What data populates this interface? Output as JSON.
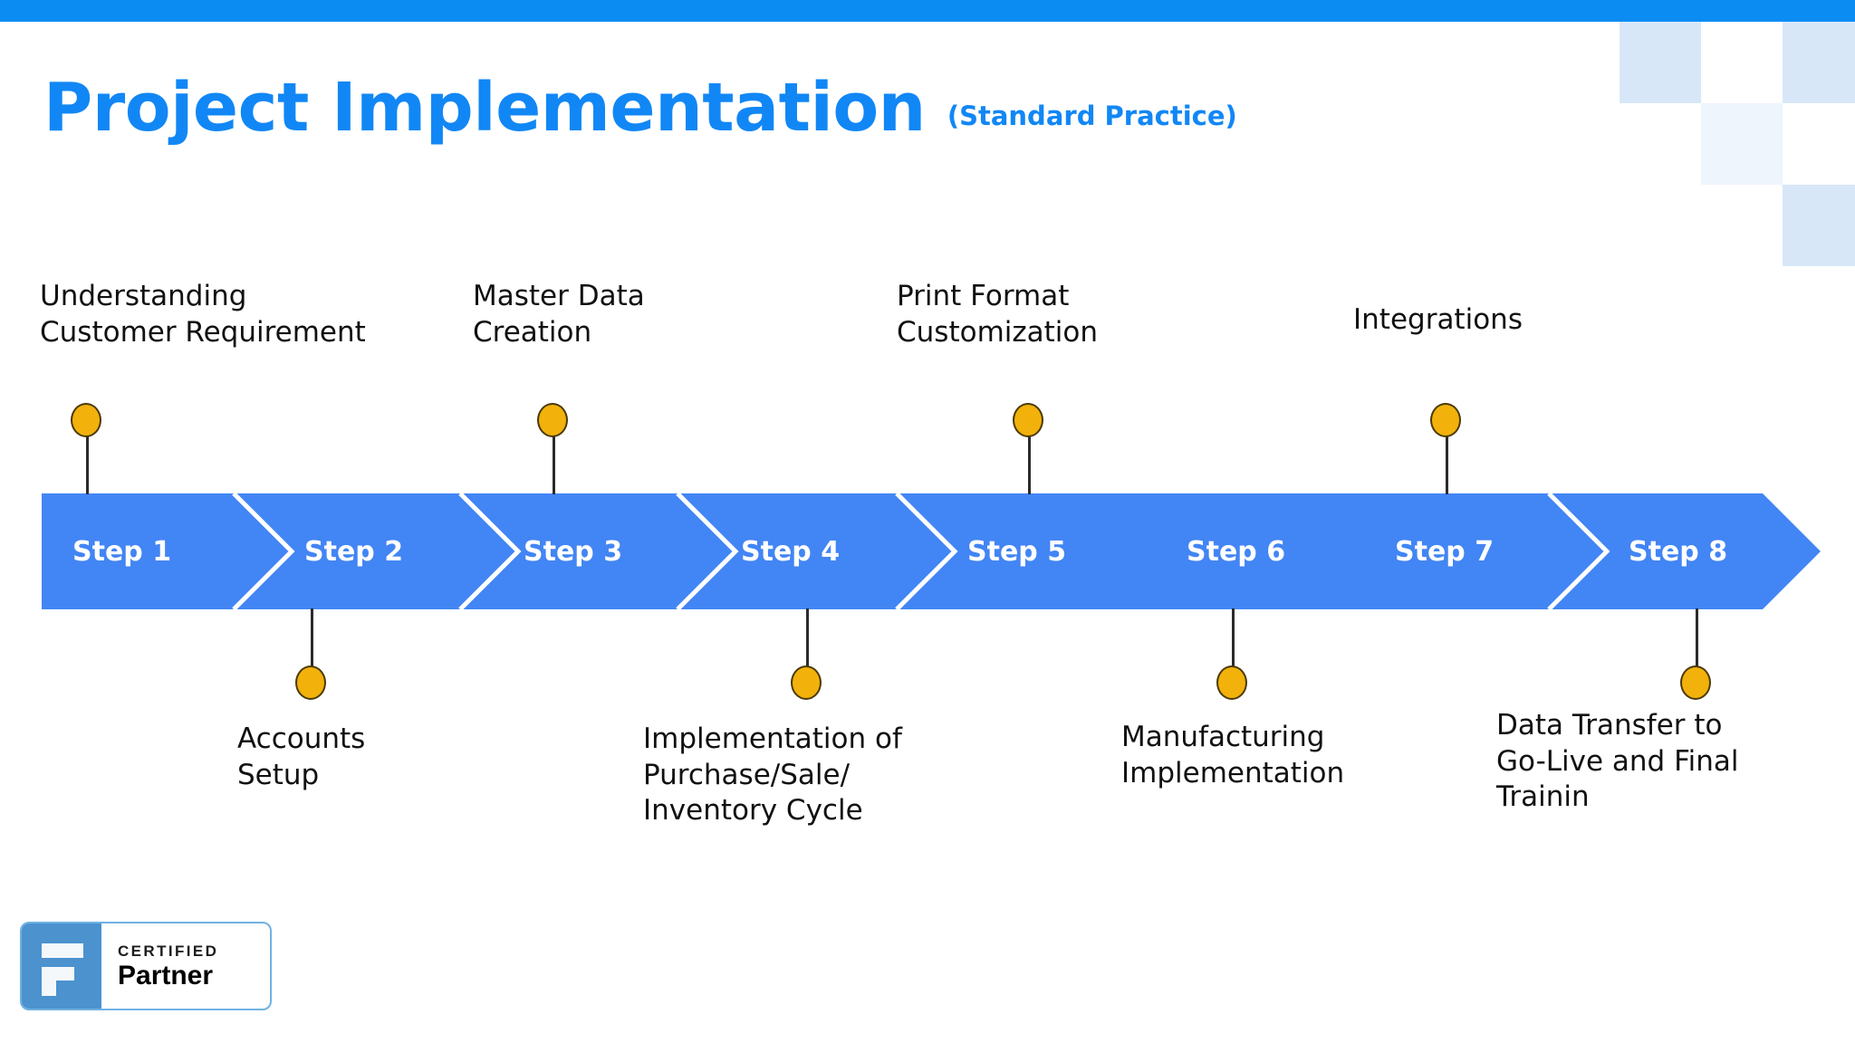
{
  "theme": {
    "accent_blue": "#0B8CF2",
    "title_blue": "#1187F5",
    "bar_blue": "#4285F4",
    "dot_gold": "#F2B10B",
    "deco_blue": "#D7E7F8",
    "deco_blue_faint": "#EFF5FD"
  },
  "header": {
    "title": "Project Implementation",
    "subtitle": "(Standard Practice)"
  },
  "timeline": {
    "steps": [
      {
        "label": "Step 1",
        "callout": "Understanding\nCustomer Requirement",
        "position": "above"
      },
      {
        "label": "Step 2",
        "callout": "Accounts\nSetup",
        "position": "below"
      },
      {
        "label": "Step 3",
        "callout": "Master Data\nCreation",
        "position": "above"
      },
      {
        "label": "Step 4",
        "callout": "Implementation of\nPurchase/Sale/\nInventory Cycle",
        "position": "below"
      },
      {
        "label": "Step 5",
        "callout": "Print Format\nCustomization",
        "position": "above"
      },
      {
        "label": "Step 6",
        "callout": "Manufacturing\nImplementation",
        "position": "below"
      },
      {
        "label": "Step 7",
        "callout": "Integrations",
        "position": "above"
      },
      {
        "label": "Step 8",
        "callout": "Data Transfer to\nGo-Live and Final\nTrainin",
        "position": "below"
      }
    ]
  },
  "badge": {
    "certified": "CERTIFIED",
    "partner": "Partner"
  }
}
